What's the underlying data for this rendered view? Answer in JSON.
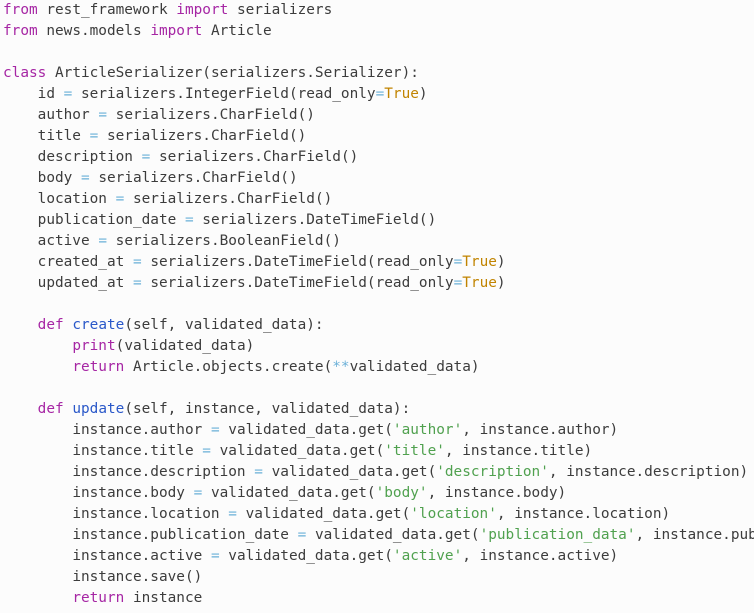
{
  "code_lines": [
    [
      [
        "kw",
        "from"
      ],
      [
        "ws",
        " "
      ],
      [
        "id",
        "rest_framework"
      ],
      [
        "ws",
        " "
      ],
      [
        "kw",
        "import"
      ],
      [
        "ws",
        " "
      ],
      [
        "id",
        "serializers"
      ]
    ],
    [
      [
        "kw",
        "from"
      ],
      [
        "ws",
        " "
      ],
      [
        "id",
        "news.models"
      ],
      [
        "ws",
        " "
      ],
      [
        "kw",
        "import"
      ],
      [
        "ws",
        " "
      ],
      [
        "id",
        "Article"
      ]
    ],
    [],
    [
      [
        "kw",
        "class"
      ],
      [
        "ws",
        " "
      ],
      [
        "cls",
        "ArticleSerializer"
      ],
      [
        "punc",
        "("
      ],
      [
        "id",
        "serializers.Serializer"
      ],
      [
        "punc",
        "):"
      ]
    ],
    [
      [
        "ws",
        "    "
      ],
      [
        "attr",
        "id"
      ],
      [
        "ws",
        " "
      ],
      [
        "op",
        "="
      ],
      [
        "ws",
        " "
      ],
      [
        "id",
        "serializers.IntegerField"
      ],
      [
        "punc",
        "("
      ],
      [
        "id",
        "read_only"
      ],
      [
        "op",
        "="
      ],
      [
        "const",
        "True"
      ],
      [
        "punc",
        ")"
      ]
    ],
    [
      [
        "ws",
        "    "
      ],
      [
        "attr",
        "author"
      ],
      [
        "ws",
        " "
      ],
      [
        "op",
        "="
      ],
      [
        "ws",
        " "
      ],
      [
        "id",
        "serializers.CharField"
      ],
      [
        "punc",
        "()"
      ]
    ],
    [
      [
        "ws",
        "    "
      ],
      [
        "attr",
        "title"
      ],
      [
        "ws",
        " "
      ],
      [
        "op",
        "="
      ],
      [
        "ws",
        " "
      ],
      [
        "id",
        "serializers.CharField"
      ],
      [
        "punc",
        "()"
      ]
    ],
    [
      [
        "ws",
        "    "
      ],
      [
        "attr",
        "description"
      ],
      [
        "ws",
        " "
      ],
      [
        "op",
        "="
      ],
      [
        "ws",
        " "
      ],
      [
        "id",
        "serializers.CharField"
      ],
      [
        "punc",
        "()"
      ]
    ],
    [
      [
        "ws",
        "    "
      ],
      [
        "attr",
        "body"
      ],
      [
        "ws",
        " "
      ],
      [
        "op",
        "="
      ],
      [
        "ws",
        " "
      ],
      [
        "id",
        "serializers.CharField"
      ],
      [
        "punc",
        "()"
      ]
    ],
    [
      [
        "ws",
        "    "
      ],
      [
        "attr",
        "location"
      ],
      [
        "ws",
        " "
      ],
      [
        "op",
        "="
      ],
      [
        "ws",
        " "
      ],
      [
        "id",
        "serializers.CharField"
      ],
      [
        "punc",
        "()"
      ]
    ],
    [
      [
        "ws",
        "    "
      ],
      [
        "attr",
        "publication_date"
      ],
      [
        "ws",
        " "
      ],
      [
        "op",
        "="
      ],
      [
        "ws",
        " "
      ],
      [
        "id",
        "serializers.DateTimeField"
      ],
      [
        "punc",
        "()"
      ]
    ],
    [
      [
        "ws",
        "    "
      ],
      [
        "attr",
        "active"
      ],
      [
        "ws",
        " "
      ],
      [
        "op",
        "="
      ],
      [
        "ws",
        " "
      ],
      [
        "id",
        "serializers.BooleanField"
      ],
      [
        "punc",
        "()"
      ]
    ],
    [
      [
        "ws",
        "    "
      ],
      [
        "attr",
        "created_at"
      ],
      [
        "ws",
        " "
      ],
      [
        "op",
        "="
      ],
      [
        "ws",
        " "
      ],
      [
        "id",
        "serializers.DateTimeField"
      ],
      [
        "punc",
        "("
      ],
      [
        "id",
        "read_only"
      ],
      [
        "op",
        "="
      ],
      [
        "const",
        "True"
      ],
      [
        "punc",
        ")"
      ]
    ],
    [
      [
        "ws",
        "    "
      ],
      [
        "attr",
        "updated_at"
      ],
      [
        "ws",
        " "
      ],
      [
        "op",
        "="
      ],
      [
        "ws",
        " "
      ],
      [
        "id",
        "serializers.DateTimeField"
      ],
      [
        "punc",
        "("
      ],
      [
        "id",
        "read_only"
      ],
      [
        "op",
        "="
      ],
      [
        "const",
        "True"
      ],
      [
        "punc",
        ")"
      ]
    ],
    [],
    [
      [
        "ws",
        "    "
      ],
      [
        "def",
        "def"
      ],
      [
        "ws",
        " "
      ],
      [
        "fn",
        "create"
      ],
      [
        "punc",
        "("
      ],
      [
        "id",
        "self, validated_data"
      ],
      [
        "punc",
        "):"
      ]
    ],
    [
      [
        "ws",
        "        "
      ],
      [
        "builtin",
        "print"
      ],
      [
        "punc",
        "("
      ],
      [
        "id",
        "validated_data"
      ],
      [
        "punc",
        ")"
      ]
    ],
    [
      [
        "ws",
        "        "
      ],
      [
        "kw",
        "return"
      ],
      [
        "ws",
        " "
      ],
      [
        "id",
        "Article.objects.create"
      ],
      [
        "punc",
        "("
      ],
      [
        "op",
        "**"
      ],
      [
        "id",
        "validated_data"
      ],
      [
        "punc",
        ")"
      ]
    ],
    [],
    [
      [
        "ws",
        "    "
      ],
      [
        "def",
        "def"
      ],
      [
        "ws",
        " "
      ],
      [
        "fn",
        "update"
      ],
      [
        "punc",
        "("
      ],
      [
        "id",
        "self, instance, validated_data"
      ],
      [
        "punc",
        "):"
      ]
    ],
    [
      [
        "ws",
        "        "
      ],
      [
        "id",
        "instance.author"
      ],
      [
        "ws",
        " "
      ],
      [
        "op",
        "="
      ],
      [
        "ws",
        " "
      ],
      [
        "id",
        "validated_data.get"
      ],
      [
        "punc",
        "("
      ],
      [
        "str",
        "'author'"
      ],
      [
        "punc",
        ", "
      ],
      [
        "id",
        "instance.author"
      ],
      [
        "punc",
        ")"
      ]
    ],
    [
      [
        "ws",
        "        "
      ],
      [
        "id",
        "instance.title"
      ],
      [
        "ws",
        " "
      ],
      [
        "op",
        "="
      ],
      [
        "ws",
        " "
      ],
      [
        "id",
        "validated_data.get"
      ],
      [
        "punc",
        "("
      ],
      [
        "str",
        "'title'"
      ],
      [
        "punc",
        ", "
      ],
      [
        "id",
        "instance.title"
      ],
      [
        "punc",
        ")"
      ]
    ],
    [
      [
        "ws",
        "        "
      ],
      [
        "id",
        "instance.description"
      ],
      [
        "ws",
        " "
      ],
      [
        "op",
        "="
      ],
      [
        "ws",
        " "
      ],
      [
        "id",
        "validated_data.get"
      ],
      [
        "punc",
        "("
      ],
      [
        "str",
        "'description'"
      ],
      [
        "punc",
        ", "
      ],
      [
        "id",
        "instance.description"
      ],
      [
        "punc",
        ")"
      ]
    ],
    [
      [
        "ws",
        "        "
      ],
      [
        "id",
        "instance.body"
      ],
      [
        "ws",
        " "
      ],
      [
        "op",
        "="
      ],
      [
        "ws",
        " "
      ],
      [
        "id",
        "validated_data.get"
      ],
      [
        "punc",
        "("
      ],
      [
        "str",
        "'body'"
      ],
      [
        "punc",
        ", "
      ],
      [
        "id",
        "instance.body"
      ],
      [
        "punc",
        ")"
      ]
    ],
    [
      [
        "ws",
        "        "
      ],
      [
        "id",
        "instance.location"
      ],
      [
        "ws",
        " "
      ],
      [
        "op",
        "="
      ],
      [
        "ws",
        " "
      ],
      [
        "id",
        "validated_data.get"
      ],
      [
        "punc",
        "("
      ],
      [
        "str",
        "'location'"
      ],
      [
        "punc",
        ", "
      ],
      [
        "id",
        "instance.location"
      ],
      [
        "punc",
        ")"
      ]
    ],
    [
      [
        "ws",
        "        "
      ],
      [
        "id",
        "instance.publication_date"
      ],
      [
        "ws",
        " "
      ],
      [
        "op",
        "="
      ],
      [
        "ws",
        " "
      ],
      [
        "id",
        "validated_data.get"
      ],
      [
        "punc",
        "("
      ],
      [
        "str",
        "'publication_data'"
      ],
      [
        "punc",
        ", "
      ],
      [
        "id",
        "instance.publication_date"
      ],
      [
        "punc",
        ")"
      ]
    ],
    [
      [
        "ws",
        "        "
      ],
      [
        "id",
        "instance.active"
      ],
      [
        "ws",
        " "
      ],
      [
        "op",
        "="
      ],
      [
        "ws",
        " "
      ],
      [
        "id",
        "validated_data.get"
      ],
      [
        "punc",
        "("
      ],
      [
        "str",
        "'active'"
      ],
      [
        "punc",
        ", "
      ],
      [
        "id",
        "instance.active"
      ],
      [
        "punc",
        ")"
      ]
    ],
    [
      [
        "ws",
        "        "
      ],
      [
        "id",
        "instance.save"
      ],
      [
        "punc",
        "()"
      ]
    ],
    [
      [
        "ws",
        "        "
      ],
      [
        "kw",
        "return"
      ],
      [
        "ws",
        " "
      ],
      [
        "id",
        "instance"
      ]
    ]
  ],
  "colors": {
    "background": "#fcfcfc",
    "text": "#3c3c3c",
    "keyword": "#a626a4",
    "function": "#2a58c9",
    "string": "#50a14f",
    "constant": "#c18401",
    "operator": "#6ab0d8"
  }
}
